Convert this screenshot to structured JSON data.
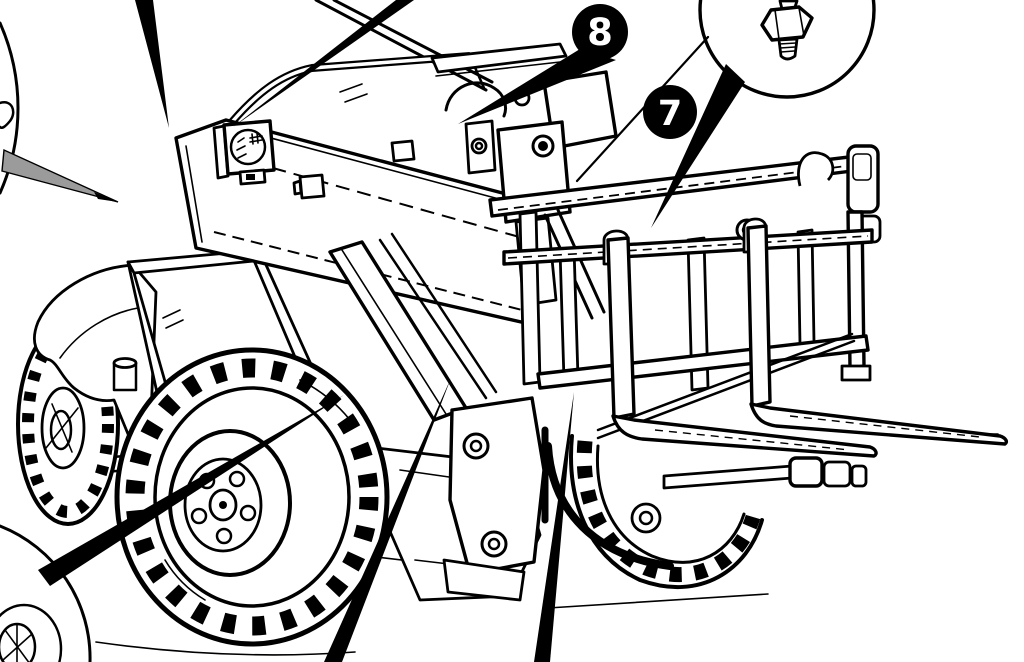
{
  "document": {
    "kind": "service-manual line illustration",
    "subject": "telescopic handler (telehandler) with pallet-fork carriage, side/three-quarter view",
    "visible_text": [
      "8",
      "7"
    ]
  },
  "colors": {
    "paper": "#ffffff",
    "ink": "#000000",
    "pointer_gray": "#9b9b9b"
  },
  "callouts": [
    {
      "id": "callout-8",
      "label": "8",
      "shape": "filled-black-circle",
      "points_to": "boom head pivot bolt"
    },
    {
      "id": "callout-7",
      "label": "7",
      "shape": "filled-black-circle",
      "points_to": "fork carriage upper bar"
    }
  ],
  "detail_views": [
    {
      "id": "grease-fitting-detail-circle",
      "position": "top-right",
      "content": "grease zerk fitting (hex body, threaded stud)"
    },
    {
      "id": "top-left-detail-circle",
      "position": "left-edge",
      "content": "partial magnifier circle with gray pointer wedge"
    },
    {
      "id": "bottom-left-detail-circle",
      "position": "bottom-left",
      "content": "partial magnifier circle with small roller wheel"
    }
  ],
  "machine_parts": [
    "rear-left lugged tire with rim and hub bolts",
    "front-left lugged tire under fender",
    "open cab frame with roof and pillars",
    "headlight on boom rear end",
    "telescopic boom with guard rails",
    "boom head linkage with bolt plates",
    "tilt linkage bracket with two ring bolts",
    "fork carriage with hanger bars and posts",
    "two pallet forks pointing right",
    "right rear lugged tire behind carriage"
  ]
}
